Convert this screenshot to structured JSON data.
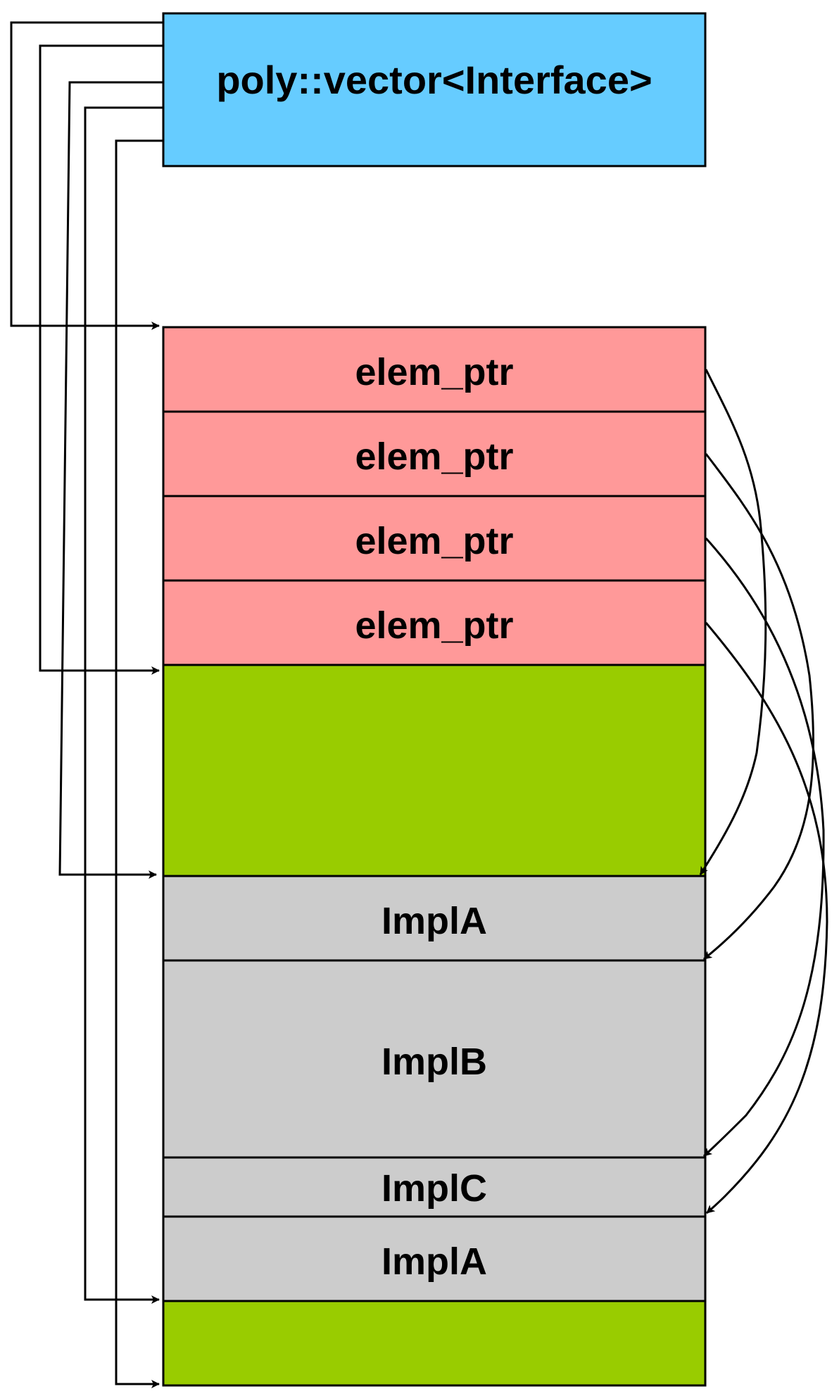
{
  "header": {
    "label": "poly::vector<Interface>",
    "color": "#66ccff"
  },
  "pointer_slots": [
    {
      "label": "elem_ptr"
    },
    {
      "label": "elem_ptr"
    },
    {
      "label": "elem_ptr"
    },
    {
      "label": "elem_ptr"
    }
  ],
  "storage_blocks": [
    {
      "label": "ImplA"
    },
    {
      "label": "ImplB"
    },
    {
      "label": "ImplC"
    },
    {
      "label": "ImplA"
    }
  ],
  "colors": {
    "pointer_fill": "#ff9999",
    "free_space_fill": "#99cc00",
    "impl_fill": "#cccccc",
    "stroke": "#000000"
  }
}
